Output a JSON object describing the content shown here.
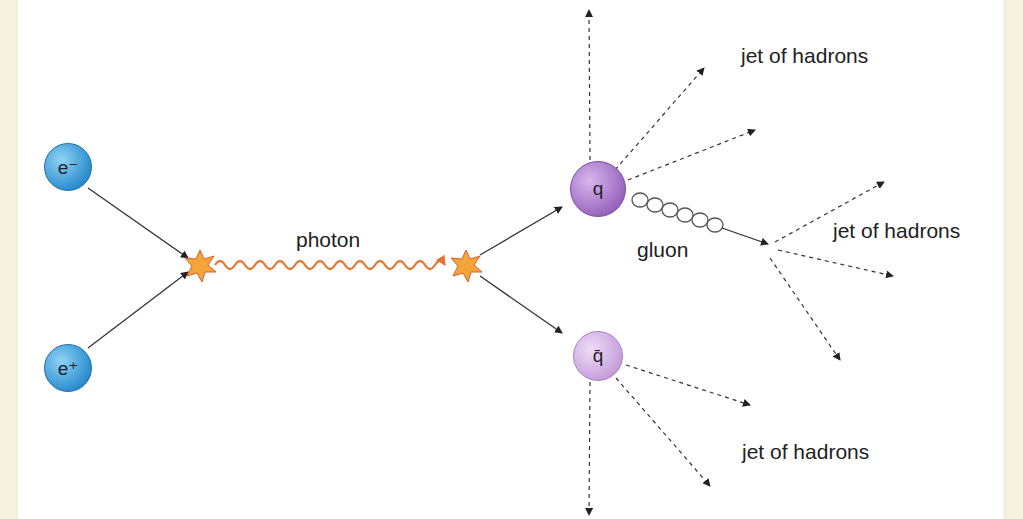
{
  "diagram": {
    "nodes": [
      {
        "text": [
          "e⁻"
        ]
      },
      {
        "text": [
          "e⁺"
        ]
      },
      {
        "text": [
          "q"
        ]
      },
      {
        "text": [
          "q̄"
        ]
      }
    ],
    "labels": [
      "jet of hadrons",
      "photon",
      "gluon",
      "jet of hadrons",
      "jet of hadrons"
    ]
  }
}
